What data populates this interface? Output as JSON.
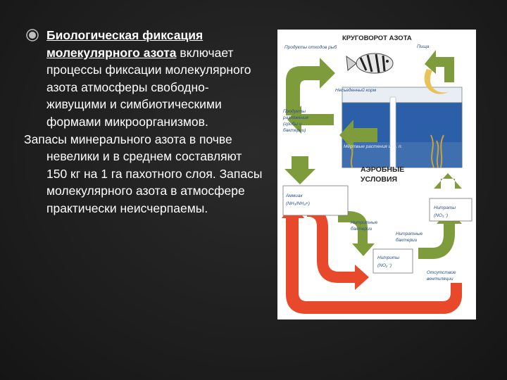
{
  "text": {
    "heading": "Биологическая фиксация молекулярного азота",
    "para1_rest": "включает процессы фиксации молекулярного азота атмосферы свободно-живущими и симбиотическими формами микроорганизмов.",
    "para2": "Запасы минерального азота в почве невелики и в среднем составляют 150 кг на 1 га пахотного слоя. Запасы молекулярного азота в атмосфере практически неисчерпаемы."
  },
  "diagram": {
    "title": "КРУГОВОРОТ АЗОТА",
    "fish_waste": "Продукты отходов рыб",
    "food": "Пища",
    "uneaten_food": "Несъеденный корм",
    "decay_products_1": "Продукты",
    "decay_products_2": "разложения",
    "decay_products_3": "(грибы и",
    "decay_products_4": "бактерии)",
    "dead_plants": "Мёртвые растения и т. п.",
    "aerobic_1": "АЭРОБНЫЕ",
    "aerobic_2": "УСЛОВИЯ",
    "ammonia_1": "Аммиак",
    "ammonia_2": "(NH₃/NH₄+)",
    "nitrite_bacteria_1": "Нитритные",
    "nitrite_bacteria_2": "бактерии",
    "nitrate_bacteria_1": "Нитратные",
    "nitrate_bacteria_2": "бактерии",
    "nitrates_1": "Нитраты",
    "nitrates_2": "(NO₃⁻)",
    "nitrites_1": "Нитриты",
    "nitrites_2": "(NO₂⁻)",
    "absence_1": "Отсутствие",
    "absence_2": "вентиляции",
    "colors": {
      "green_arrow": "#7f9c3d",
      "red_arrow": "#e8492a",
      "water": "#2b5fa8",
      "label_blue": "#2a4f8a"
    }
  }
}
